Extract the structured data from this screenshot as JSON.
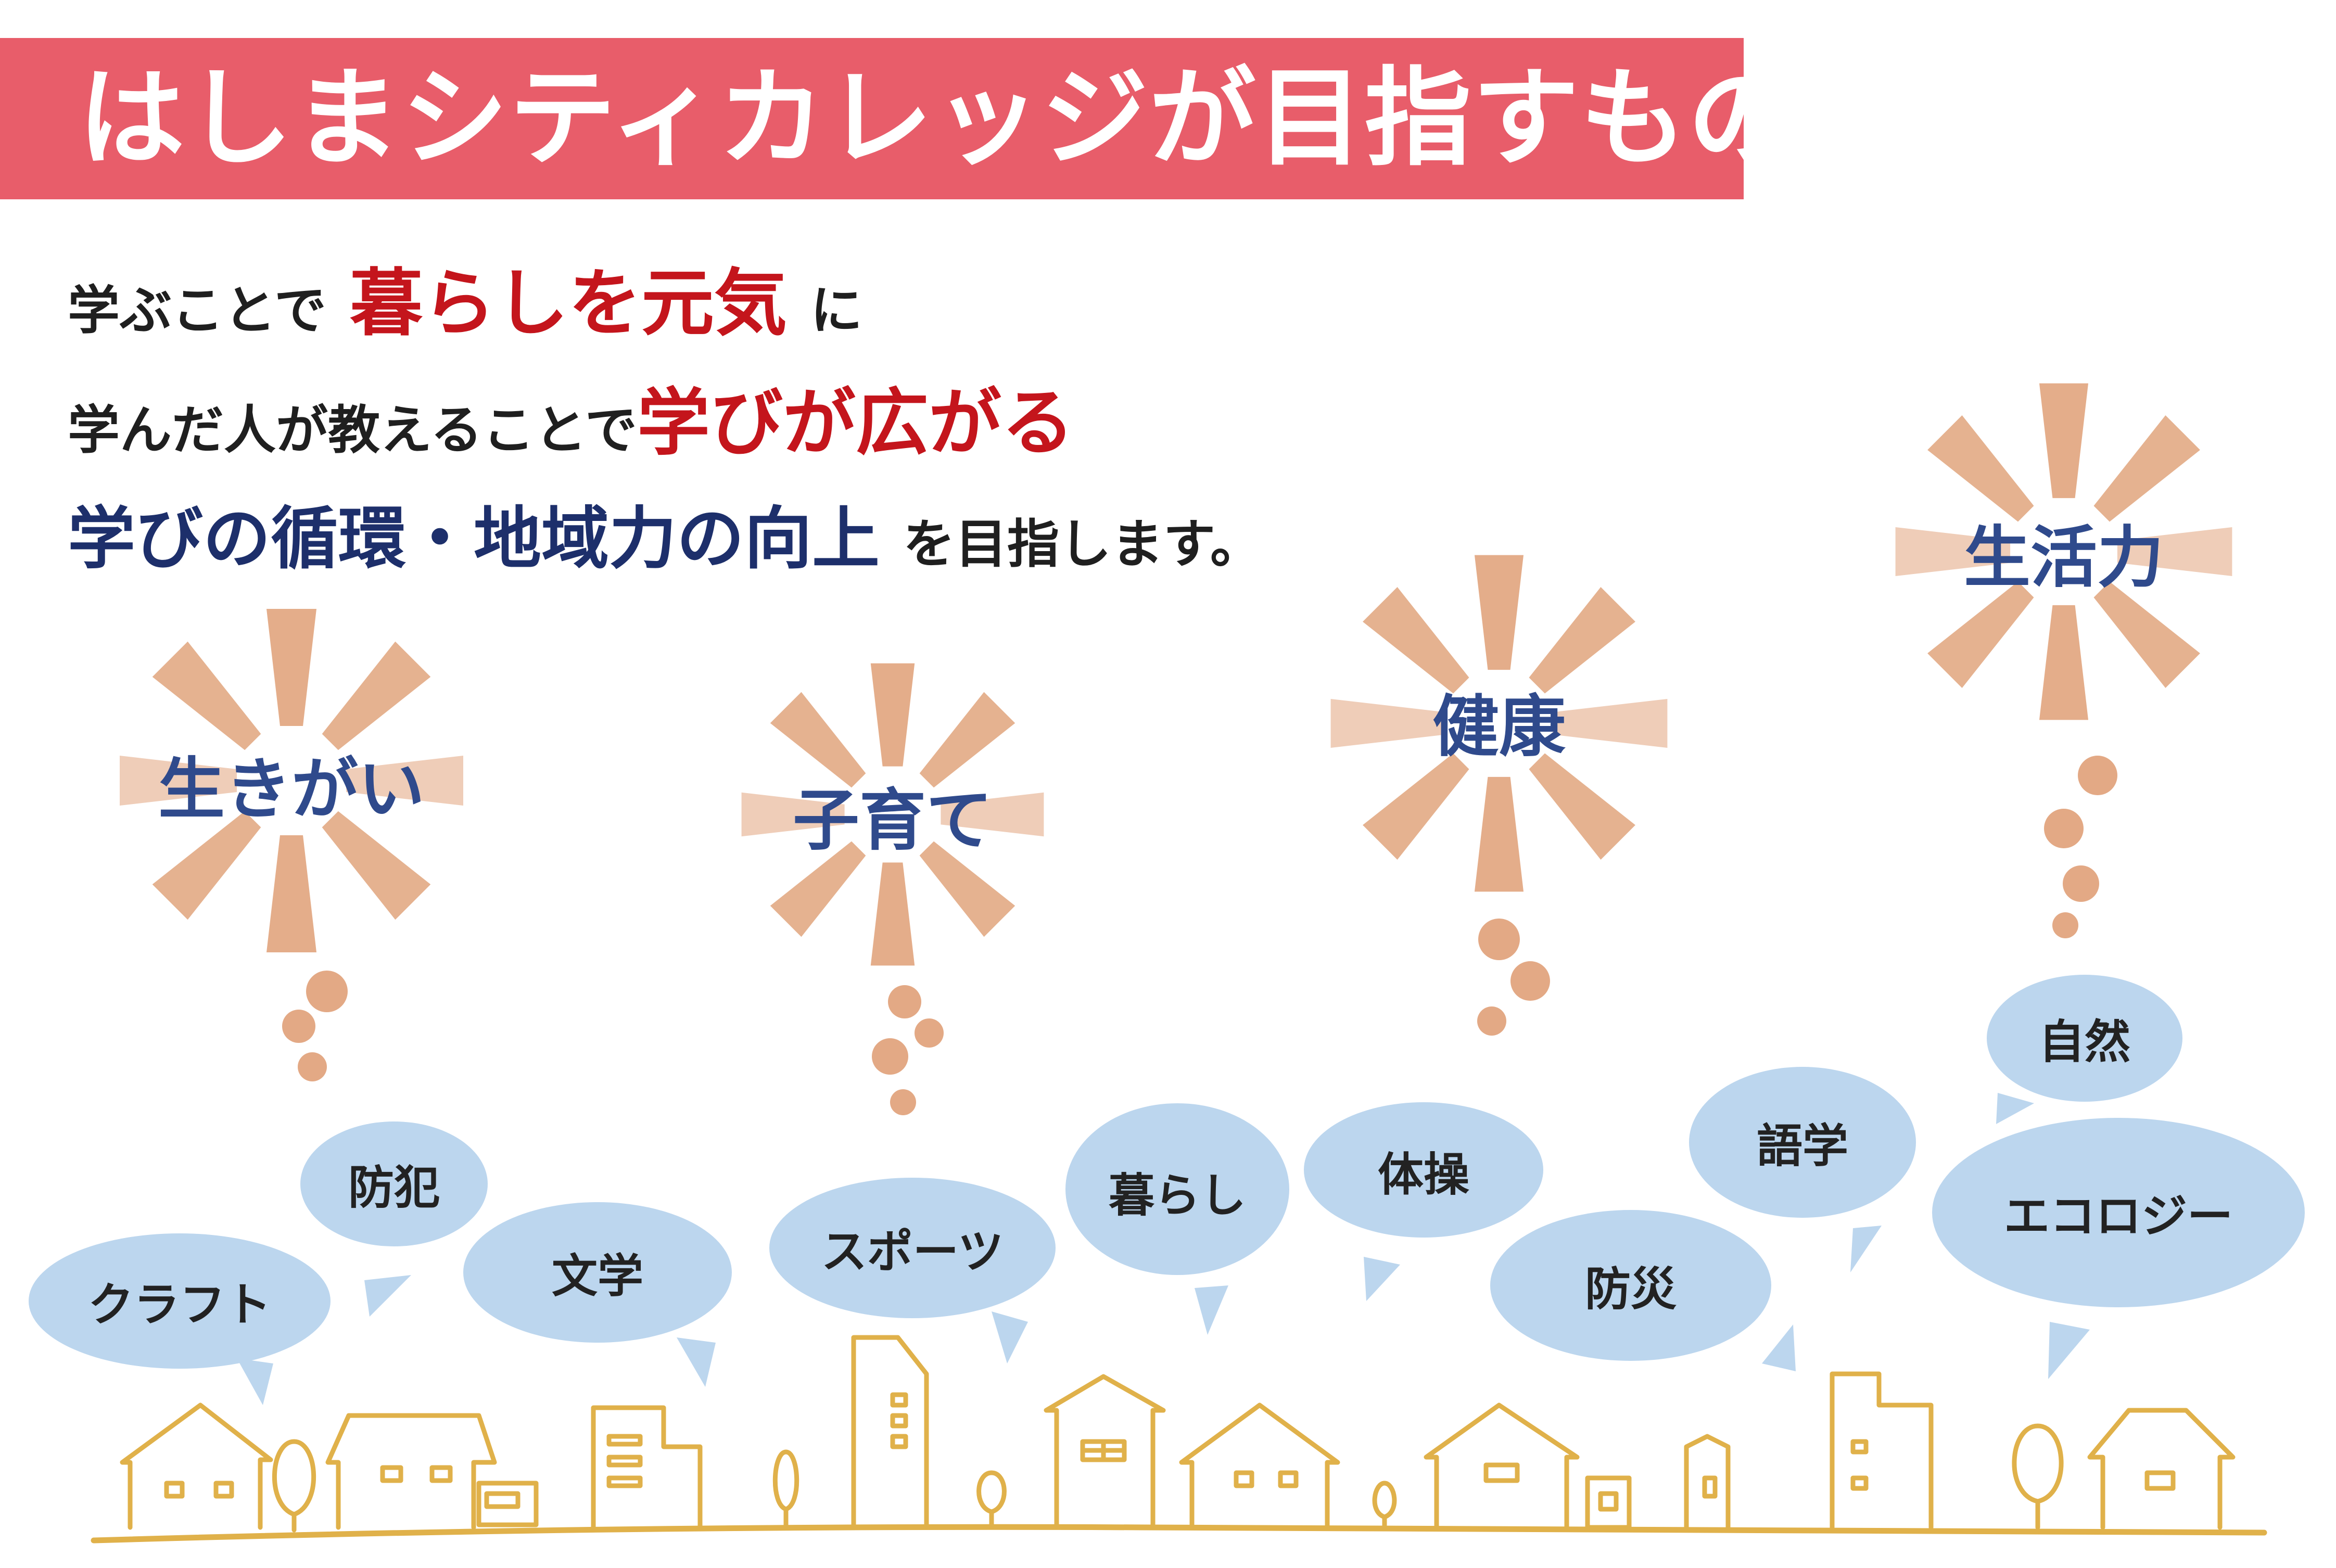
{
  "header": {
    "title": "はしまシティカレッジが目指すもの"
  },
  "intro": {
    "line1": {
      "prefix": "学ぶことで",
      "highlight": "暮らしを元気",
      "suffix": "に"
    },
    "line2": {
      "prefix": "学んだ人が教えることで",
      "highlight": "学びが広がる"
    },
    "line3": {
      "highlight": "学びの循環・地域力の向上",
      "suffix": "を目指します。"
    }
  },
  "bursts": [
    {
      "label": "生きがい"
    },
    {
      "label": "子育て"
    },
    {
      "label": "健康"
    },
    {
      "label": "生活力"
    }
  ],
  "bubbles": [
    {
      "label": "クラフト"
    },
    {
      "label": "防犯"
    },
    {
      "label": "文学"
    },
    {
      "label": "スポーツ"
    },
    {
      "label": "暮らし"
    },
    {
      "label": "体操"
    },
    {
      "label": "防災"
    },
    {
      "label": "語学"
    },
    {
      "label": "エコロジー"
    },
    {
      "label": "自然"
    }
  ],
  "colors": {
    "title_bg": "#e85d6a",
    "highlight_red": "#c4151c",
    "highlight_navy": "#1d2f6b",
    "burst_label": "#2f4a8c",
    "burst_ray": "#e0a57f",
    "speech_bubble": "#bcd6ee",
    "town_line": "#e0b14a"
  }
}
